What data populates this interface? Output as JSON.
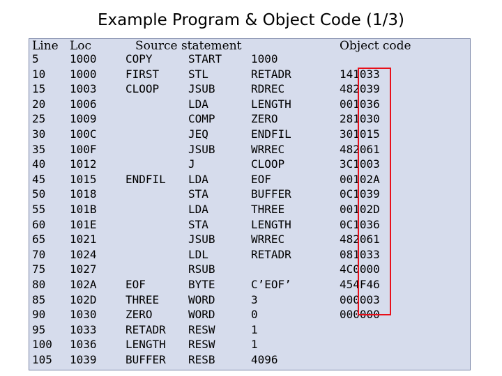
{
  "title": "Example Program & Object Code (1/3)",
  "headers": {
    "line": "Line",
    "loc": "Loc",
    "source": "Source statement",
    "object": "Object code"
  },
  "rows": [
    {
      "line": "5",
      "loc": "1000",
      "label": "COPY",
      "op": "START",
      "operand": "1000",
      "obj": ""
    },
    {
      "line": "10",
      "loc": "1000",
      "label": "FIRST",
      "op": "STL",
      "operand": "RETADR",
      "obj": "141033"
    },
    {
      "line": "15",
      "loc": "1003",
      "label": "CLOOP",
      "op": "JSUB",
      "operand": "RDREC",
      "obj": "482039"
    },
    {
      "line": "20",
      "loc": "1006",
      "label": "",
      "op": "LDA",
      "operand": "LENGTH",
      "obj": "001036"
    },
    {
      "line": "25",
      "loc": "1009",
      "label": "",
      "op": "COMP",
      "operand": "ZERO",
      "obj": "281030"
    },
    {
      "line": "30",
      "loc": "100C",
      "label": "",
      "op": "JEQ",
      "operand": "ENDFIL",
      "obj": "301015"
    },
    {
      "line": "35",
      "loc": "100F",
      "label": "",
      "op": "JSUB",
      "operand": "WRREC",
      "obj": "482061"
    },
    {
      "line": "40",
      "loc": "1012",
      "label": "",
      "op": "J",
      "operand": "CLOOP",
      "obj": "3C1003"
    },
    {
      "line": "45",
      "loc": "1015",
      "label": "ENDFIL",
      "op": "LDA",
      "operand": "EOF",
      "obj": "00102A"
    },
    {
      "line": "50",
      "loc": "1018",
      "label": "",
      "op": "STA",
      "operand": "BUFFER",
      "obj": "0C1039"
    },
    {
      "line": "55",
      "loc": "101B",
      "label": "",
      "op": "LDA",
      "operand": "THREE",
      "obj": "00102D"
    },
    {
      "line": "60",
      "loc": "101E",
      "label": "",
      "op": "STA",
      "operand": "LENGTH",
      "obj": "0C1036"
    },
    {
      "line": "65",
      "loc": "1021",
      "label": "",
      "op": "JSUB",
      "operand": "WRREC",
      "obj": "482061"
    },
    {
      "line": "70",
      "loc": "1024",
      "label": "",
      "op": "LDL",
      "operand": "RETADR",
      "obj": "081033"
    },
    {
      "line": "75",
      "loc": "1027",
      "label": "",
      "op": "RSUB",
      "operand": "",
      "obj": "4C0000"
    },
    {
      "line": "80",
      "loc": "102A",
      "label": "EOF",
      "op": "BYTE",
      "operand": "C’EOF’",
      "obj": "454F46"
    },
    {
      "line": "85",
      "loc": "102D",
      "label": "THREE",
      "op": "WORD",
      "operand": "3",
      "obj": "000003"
    },
    {
      "line": "90",
      "loc": "1030",
      "label": "ZERO",
      "op": "WORD",
      "operand": "0",
      "obj": "000000"
    },
    {
      "line": "95",
      "loc": "1033",
      "label": "RETADR",
      "op": "RESW",
      "operand": "1",
      "obj": ""
    },
    {
      "line": "100",
      "loc": "1036",
      "label": "LENGTH",
      "op": "RESW",
      "operand": "1",
      "obj": ""
    },
    {
      "line": "105",
      "loc": "1039",
      "label": "BUFFER",
      "op": "RESB",
      "operand": "4096",
      "obj": ""
    }
  ],
  "colors": {
    "panel_bg": "#d6dcec",
    "highlight": "#e8101a"
  }
}
